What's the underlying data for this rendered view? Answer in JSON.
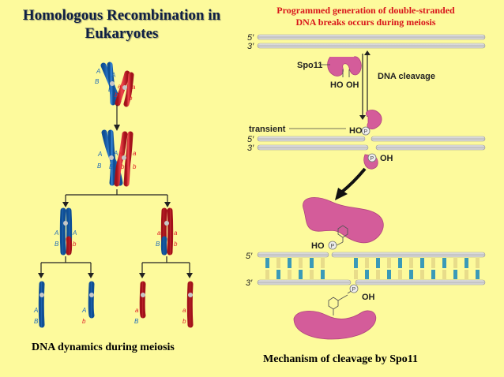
{
  "title": "Homologous Recombination in Eukaryotes",
  "title_lines": [
    "Homologous Recombination in",
    "Eukaryotes"
  ],
  "subtitle_lines": [
    "Programmed generation of double-stranded",
    "DNA breaks occurs during meiosis"
  ],
  "left_caption": "DNA dynamics during meiosis",
  "right_caption": "Mechanism of cleavage by Spo11",
  "strand_labels": {
    "five_prime": "5′",
    "three_prime": "3′"
  },
  "mechanism_labels": {
    "protein": "Spo11",
    "ho": "HO",
    "oh": "OH",
    "cleavage": "DNA cleavage",
    "transient": "transient",
    "phosphate": "P"
  },
  "allele_labels": {
    "A": "A",
    "a": "a",
    "B": "B",
    "b": "b"
  },
  "colors": {
    "background": "#fdfa9c",
    "maternal": "#1e6bb8",
    "paternal": "#e02028",
    "protein": "#d45c9a",
    "title": "#0e1f44",
    "subtitle": "#d8141a"
  }
}
